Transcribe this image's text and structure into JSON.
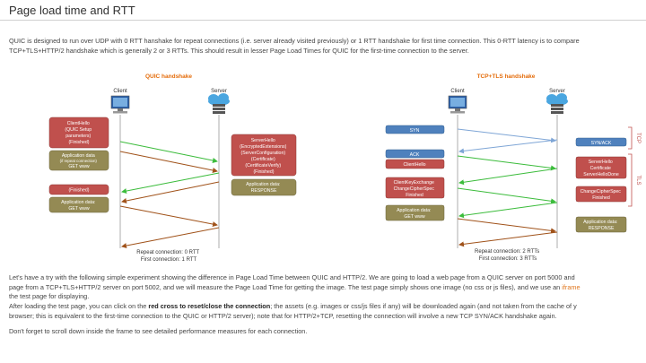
{
  "title": "Page load time and RTT",
  "intro": {
    "line1": "QUIC is designed to run over UDP with 0 RTT hanshake for repeat connections (i.e. server already visited previously) or 1 RTT handshake for first time connection. This 0-RTT latency is to compare",
    "line2": "TCP+TLS+HTTP/2 handshake which is generally 2 or 3 RTTs. This should result in lesser Page Load Times for QUIC for the first-time connection to the server."
  },
  "quic": {
    "title": "QUIC handshake",
    "client_label": "Client",
    "server_label": "Server",
    "client_hello": [
      "ClientHello",
      "(QUIC Setup",
      "parameters)",
      "(Finished)"
    ],
    "app_data_1": [
      "Application data",
      "(if repeat connection)",
      "GET www"
    ],
    "server_hello": [
      "ServerHello",
      "(EncryptedExtensions)",
      "(ServerConfiguration)",
      "(Certificate)",
      "(CertificateVerify)",
      "(Finished)"
    ],
    "app_data_response": [
      "Application data:",
      "RESPONSE"
    ],
    "finished": "(Finished)",
    "app_data_2": [
      "Application data:",
      "GET www"
    ],
    "footer": [
      "Repeat connection: 0 RTT",
      "First connection: 1 RTT"
    ]
  },
  "tcp": {
    "title": "TCP+TLS handshake",
    "client_label": "Client",
    "server_label": "Server",
    "syn": "SYN",
    "syn_ack": "SYN/ACK",
    "ack": "ACK",
    "client_hello": "ClientHello",
    "server_hello": [
      "ServerHello",
      "Certificate",
      "ServerHelloDone"
    ],
    "client_key_exchange": [
      "ClientKeyExchange",
      "ChangeCipherSpec",
      "Finished"
    ],
    "change_cipher_spec": [
      "ChangeCipherSpec",
      "Finished"
    ],
    "app_data_get": [
      "Application data:",
      "GET www"
    ],
    "app_data_response": [
      "Application data:",
      "RESPONSE"
    ],
    "tcp_label": "TCP",
    "tls_label": "TLS",
    "footer": [
      "Repeat connection: 2 RTTs",
      "First connection: 3 RTTs"
    ]
  },
  "body": {
    "p1_line1": "Let's have a try with the following simple experiment showing the difference in Page Load Time between QUIC and HTTP/2. We are going to load a web page from a QUIC server on port 5000 and",
    "p1_line2_a": "page from a TCP+TLS+HTTP/2 server on port 5002, and we will measure the Page Load Time for getting the image. The test page simply shows one image (no css or js files), and we use an ",
    "p1_line2_link": "iframe",
    "p1_line3": "the test page for displaying.",
    "p2_line1_a": "After loading the test page, you can click on the ",
    "p2_line1_bold": "red cross to reset/close the connection",
    "p2_line1_b": "; the assets (e.g. images or css/js files if any) will be downloaded again (and not taken from the cache of y",
    "p2_line2": "browser; this is equivalent to the first-time connection to the QUIC or HTTP/2 server); note that for HTTP/2+TCP, resetting the connection will involve a new TCP SYN/ACK handshake again.",
    "p3": "Don't forget to scroll down inside the frame to see detailed performance measures for each connection."
  },
  "colors": {
    "red_box": "#c0504d",
    "olive_box": "#948a54",
    "blue_box": "#4f81bd",
    "green_arrow": "#3cbc3c",
    "brown_arrow": "#a0521a",
    "blue_arrow": "#7fa6d6",
    "title_orange": "#e46c0a"
  }
}
